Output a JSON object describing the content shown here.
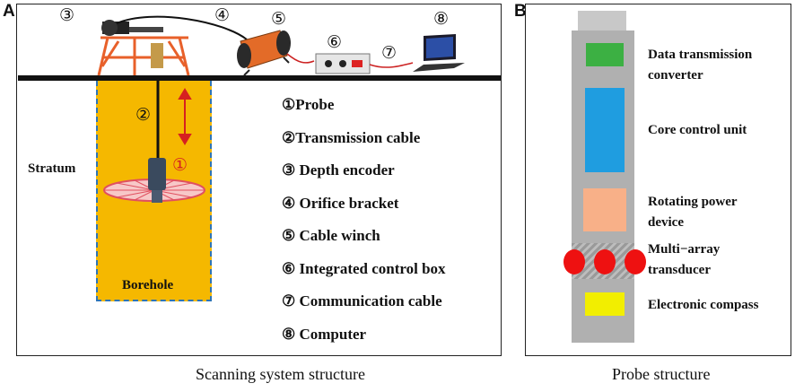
{
  "panel_a": {
    "letter": "A",
    "stratum_label": "Stratum",
    "borehole_label": "Borehole",
    "top_markers": [
      "③",
      "④",
      "⑤",
      "⑥",
      "⑦",
      "⑧"
    ],
    "cable_marker": "②",
    "probe_marker": "①",
    "legend": [
      "①Probe",
      "②Transmission cable",
      "③ Depth encoder",
      "④ Orifice bracket",
      "⑤ Cable winch",
      "⑥ Integrated control box",
      "⑦ Communication cable",
      "⑧ Computer"
    ],
    "caption": "Scanning system structure",
    "colors": {
      "borehole_fill": "#f5b800",
      "borehole_border": "#2e75b6",
      "ground": "#111111",
      "probe": "#3a4a5e",
      "arrow": "#d62020",
      "disc": "#e05060"
    }
  },
  "panel_b": {
    "letter": "B",
    "components": [
      {
        "label": "Data transmission converter",
        "color": "#3cb043"
      },
      {
        "label": "Core control unit",
        "color": "#1f9de0"
      },
      {
        "label": "Rotating power device",
        "color": "#f8b088"
      },
      {
        "label": "Multi−array transducer",
        "color": "#ee1111"
      },
      {
        "label": "Electronic compass",
        "color": "#f2ee00"
      }
    ],
    "body_color": "#b0b0b0",
    "caption": "Probe structure"
  }
}
